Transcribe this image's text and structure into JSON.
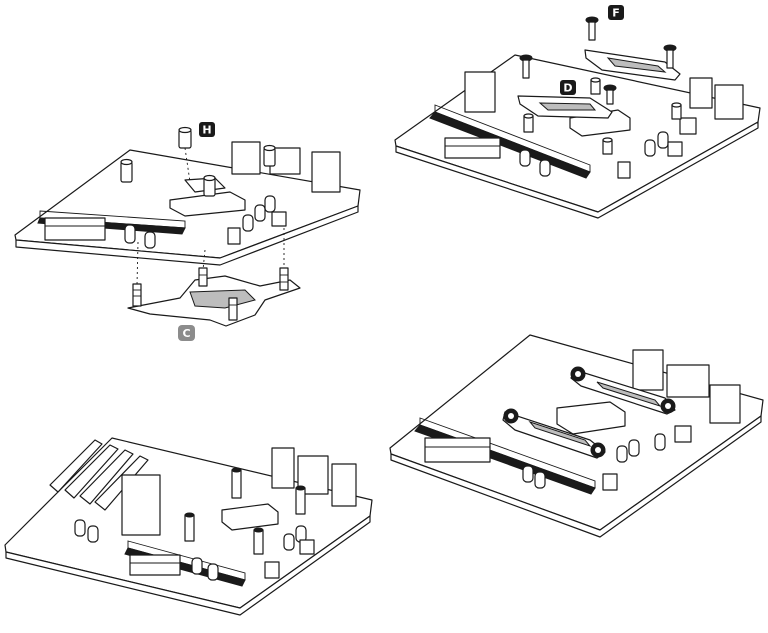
{
  "labels": {
    "H": "H",
    "C": "C",
    "D": "D",
    "F": "F"
  },
  "colors": {
    "line": "#1a1a1a",
    "badge_dark": "#1a1a1a",
    "badge_grey": "#8c8c8c",
    "board_fill": "#ffffff"
  }
}
